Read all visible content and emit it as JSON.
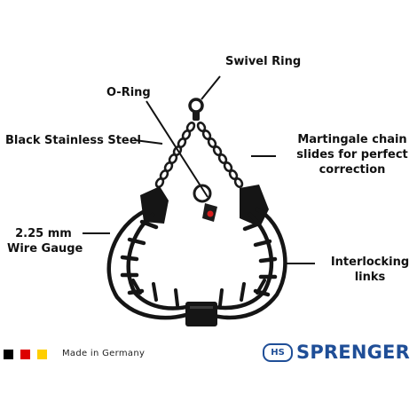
{
  "labels": {
    "swivel_ring": "Swivel Ring",
    "o_ring": "O-Ring",
    "steel": "Black Stainless Steel",
    "martingale_line1": "Martingale chain",
    "martingale_line2": "slides for perfect",
    "martingale_line3": "correction",
    "gauge_line1": "2.25 mm",
    "gauge_line2": "Wire Gauge",
    "interlocking_line1": "Interlocking",
    "interlocking_line2": "links"
  },
  "footer": {
    "made_in": "Made in Germany",
    "flag_colors": [
      "#000000",
      "#dd0000",
      "#ffce00"
    ]
  },
  "brand": {
    "badge": "HS",
    "name": "SPRENGER",
    "color": "#1f4e97"
  }
}
